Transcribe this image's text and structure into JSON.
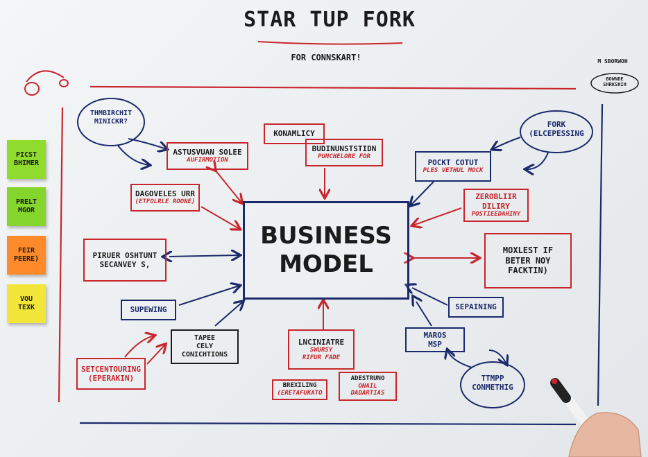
{
  "board": {
    "title": "STAR TUP FORK",
    "subtitle": "FOR CONNSKART!",
    "corner_note": {
      "line1": "M SBORWOH",
      "line2": "BOWNDE\nSHRKSHIH"
    },
    "center": {
      "line1": "BUSINESS",
      "line2": "MODEL"
    }
  },
  "bubbles": {
    "top_left": "THMBIRCHIT\nMINICKR?",
    "top_right": "FORK\n(ELCEPESSING",
    "bottom_right": "TTMPP\nCONMETHIG"
  },
  "boxes": {
    "b1": {
      "l1": "ASTUSVUAN SOLEE",
      "l2": "AUFIRMOTION"
    },
    "b2": {
      "l1": "KONAMLICY",
      "l2": ""
    },
    "b3": {
      "l1": "BUDINUNSTSTIDN",
      "l2": "PUNCHELORE FOR"
    },
    "b4": {
      "l1": "POCKT COTUT",
      "l2": "PLES VETHUL MOCK"
    },
    "b5": {
      "l1": "DAGOVELES URR",
      "l2": "(ETFOLRLE ROONE)"
    },
    "b6": {
      "l1": "ZEROBLIIR DILIRY",
      "l2": "POSTIEEDAHINY"
    },
    "b7": {
      "l1": "PIRUER OSHTUNT\nSECANVEY S,",
      "l2": ""
    },
    "b8": {
      "l1": "MOXLEST IF\nBETER NOY\nFACKTIN)",
      "l2": ""
    },
    "b9": {
      "l1": "SUPEWING",
      "l2": ""
    },
    "b10": {
      "l1": "SEPAINING",
      "l2": ""
    },
    "b11": {
      "l1": "TAPEE\nCELY\nCONICHTIONS",
      "l2": ""
    },
    "b12": {
      "l1": "LNCINIATRE",
      "l2": "SWURSY\nRIFUR FADE"
    },
    "b13": {
      "l1": "MAROS\nMSP",
      "l2": ""
    },
    "b14": {
      "l1": "SETCENTOURING\n(EPERAKIN)",
      "l2": ""
    },
    "b15": {
      "l1": "BREXILING",
      "l2": "(ERETAFUKATO"
    },
    "b16": {
      "l1": "ADESTRUNO",
      "l2": "ONAIL\nDADARTIAS"
    }
  },
  "stickies": [
    {
      "text": "PICST\nBHIMER",
      "color": "#8fdc2f"
    },
    {
      "text": "PRELT\nMGOR",
      "color": "#84d62c"
    },
    {
      "text": "FEIR\nPEERE)",
      "color": "#ff8a2a"
    },
    {
      "text": "VOU\nTEXK",
      "color": "#f3e63a"
    }
  ],
  "colors": {
    "blue_ink": "#1b2a6b",
    "red_ink": "#c8262c",
    "board": "#eef1f2"
  }
}
